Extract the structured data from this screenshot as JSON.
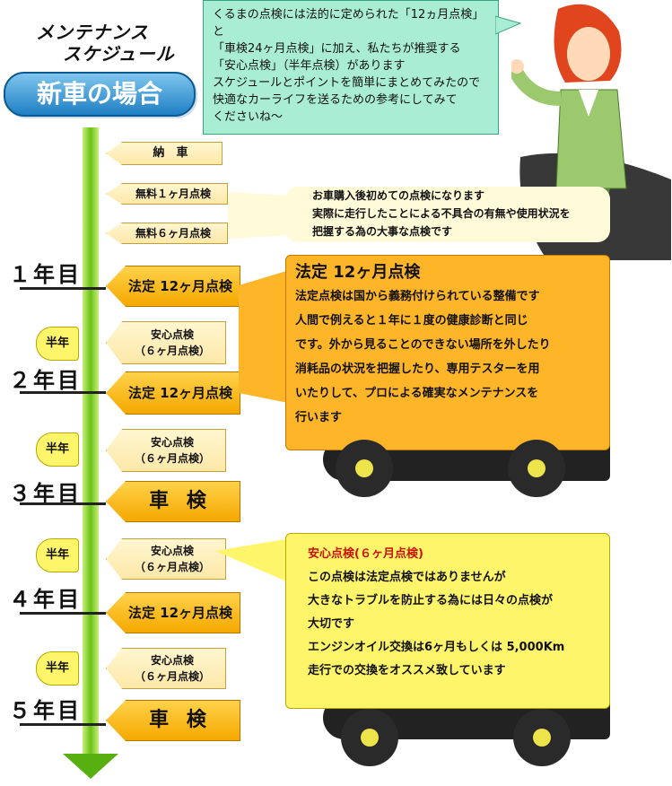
{
  "title_line1": "メンテナンス",
  "title_line2": "スケジュール",
  "badge": "新車の場合",
  "intro_lines": [
    "くるまの点検には法的に定められた「12ヵ月点検」と",
    "「車検24ヶ月点検」に加え、私たちが推奨する",
    "「安心点検」（半年点検）があります",
    "スケジュールとポイントを簡単にまとめてみたので",
    "快適なカーライフを送るための参考にしてみて",
    "くださいね～"
  ],
  "years": [
    "１年目",
    "２年目",
    "３年目",
    "４年目",
    "５年目"
  ],
  "half": "半年",
  "tags": {
    "delivery": "納　車",
    "free1": "無料１ヶ月点検",
    "free6": "無料６ヶ月点検",
    "legal12": "法定 12ヶ月点検",
    "anshin_line1": "安心点検",
    "anshin_line2": "（６ヶ月点検）",
    "shaken": "車 検"
  },
  "free_note": [
    "お車購入後初めての点検になります",
    "実際に走行したことによる不具合の有無や使用状況を",
    "把握する為の大事な点検です"
  ],
  "legal_box": {
    "title": "法定 12ヶ月点検",
    "lines": [
      "法定点検は国から義務付けられている整備です",
      "人間で例えると１年に１度の健康診断と同じ",
      "です。外から見ることのできない場所を外したり",
      "消耗品の状況を把握したり、専用テスターを用",
      "いたりして、プロによる確実なメンテナンスを",
      "行います"
    ]
  },
  "anshin_box": {
    "title": "安心点検(６ヶ月点検)",
    "lines": [
      "この点検は法定点検ではありませんが",
      "大きなトラブルを防止する為には日々の点検が",
      "大切です",
      "エンジンオイル交換は6ヶ月もしくは 5,000Km",
      "走行での交換をオススメ致しています"
    ]
  },
  "colors": {
    "timeline": "#6ac016",
    "badge": "#1f7fc4",
    "bubble": "#a9eed4",
    "legal_truck": "#ffb528",
    "anshin_truck": "#fff56b",
    "title_red": "#cc1100"
  }
}
